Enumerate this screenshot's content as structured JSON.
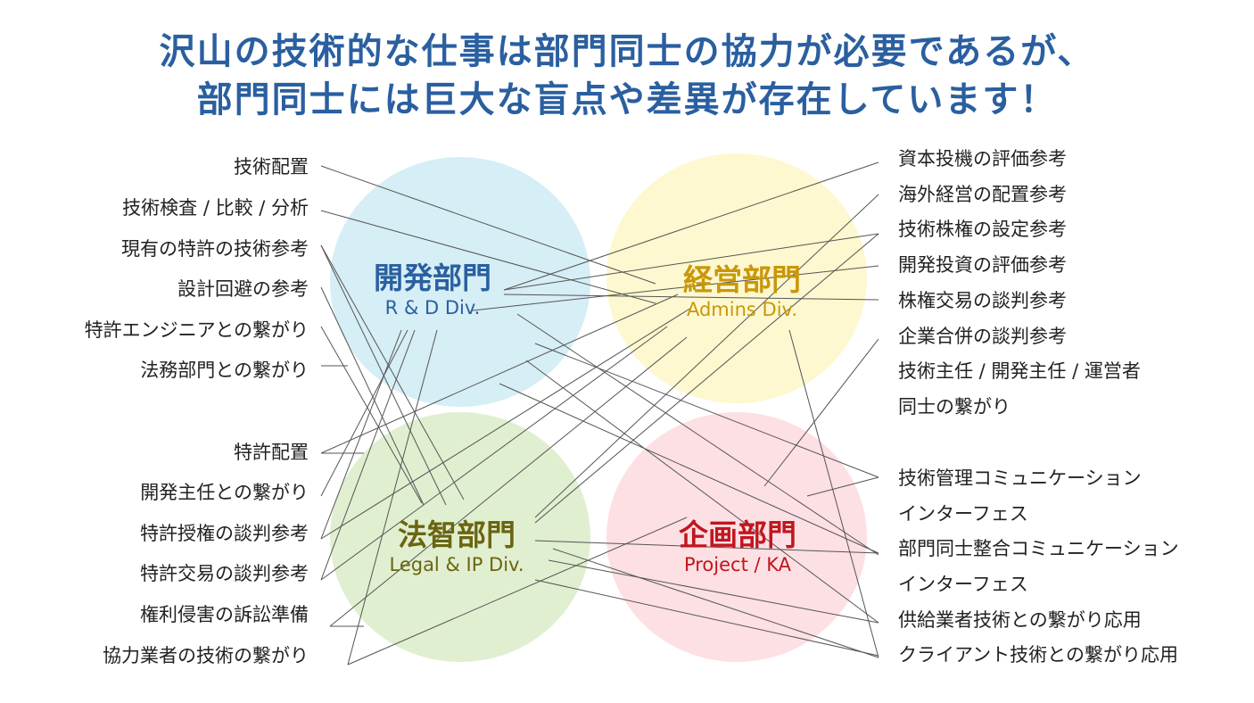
{
  "title": {
    "line1": "沢山の技術的な仕事は部門同士の協力が必要であるが、",
    "line2": "部門同士には巨大な盲点や差異が存在しています！"
  },
  "colors": {
    "title": "#2a5fa0",
    "rd": "#2a5fa0",
    "admin": "#c9970a",
    "legal": "#6b6410",
    "project": "#c0161e",
    "line": "#555555"
  },
  "departments": {
    "rd": {
      "jp": "開発部門",
      "en": "R & D Div."
    },
    "admin": {
      "jp": "経営部門",
      "en": "Admins Div."
    },
    "legal": {
      "jp": "法智部門",
      "en": "Legal & IP Div."
    },
    "project": {
      "jp": "企画部門",
      "en": "Project / KA"
    }
  },
  "left_items": [
    "技術配置",
    "技術検査 / 比較 / 分析",
    "現有の特許の技術参考",
    "設計回避の参考",
    "特許エンジニアとの繋がり",
    "法務部門との繋がり",
    "特許配置",
    "開発主任との繋がり",
    "特許授権の談判参考",
    "特許交易の談判参考",
    "権利侵害の訴訟準備",
    "協力業者の技術の繋がり"
  ],
  "right_items": [
    "資本投機の評価参考",
    "海外経営の配置参考",
    "技術株権の設定参考",
    "開発投資の評価参考",
    "株権交易の談判参考",
    "企業合併の談判参考",
    "技術主任 / 開発主任 / 運営者",
    "同士の繋がり",
    "技術管理コミュニケーション",
    "インターフェス",
    "部門同士整合コミュニケーション",
    "インターフェス",
    "供給業者技術との繋がり応用",
    "クライアント技術との繋がり応用"
  ]
}
